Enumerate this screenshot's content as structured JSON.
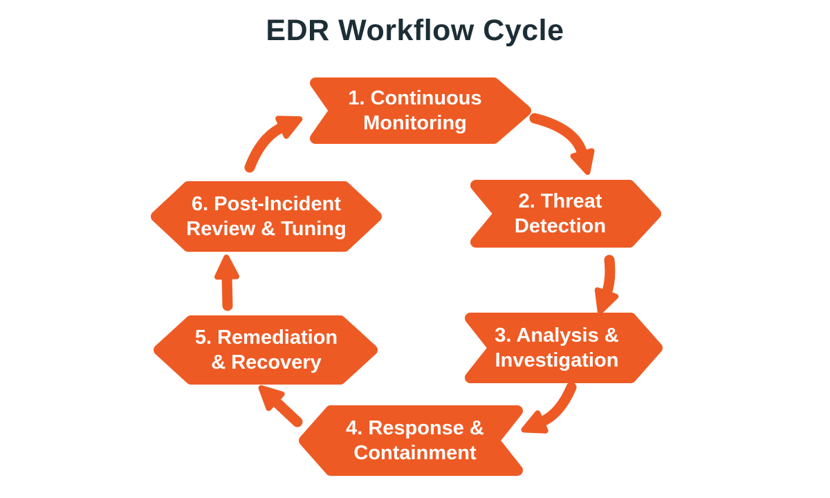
{
  "title": "EDR Workflow Cycle",
  "diagram": {
    "type": "cycle",
    "steps": [
      {
        "id": 1,
        "label": "1. Continuous Monitoring",
        "line1": "1. Continuous",
        "line2": "Monitoring",
        "shape": "chevron-arrow-right"
      },
      {
        "id": 2,
        "label": "2. Threat Detection",
        "line1": "2. Threat",
        "line2": "Detection",
        "shape": "chevron-arrow-right"
      },
      {
        "id": 3,
        "label": "3. Analysis & Investigation",
        "line1": "3. Analysis &",
        "line2": "Investigation",
        "shape": "chevron-arrow-right"
      },
      {
        "id": 4,
        "label": "4. Response & Containment",
        "line1": "4. Response &",
        "line2": "Containment",
        "shape": "chevron-arrow-left"
      },
      {
        "id": 5,
        "label": "5. Remediation & Recovery",
        "line1": "5. Remediation",
        "line2": "& Recovery",
        "shape": "hexagon"
      },
      {
        "id": 6,
        "label": "6. Post-Incident Review & Tuning",
        "line1": "6. Post-Incident",
        "line2": "Review & Tuning",
        "shape": "hexagon"
      }
    ],
    "flow": [
      {
        "from": 1,
        "to": 2,
        "direction": "curve-down-right"
      },
      {
        "from": 2,
        "to": 3,
        "direction": "down"
      },
      {
        "from": 3,
        "to": 4,
        "direction": "curve-down-left"
      },
      {
        "from": 4,
        "to": 5,
        "direction": "up-left"
      },
      {
        "from": 5,
        "to": 6,
        "direction": "up"
      },
      {
        "from": 6,
        "to": 1,
        "direction": "curve-up-right"
      }
    ]
  },
  "colors": {
    "accent_orange": "#EE5A24",
    "title_text": "#1C2E36",
    "step_text": "#FFFFFF",
    "background": "#FFFFFF"
  }
}
